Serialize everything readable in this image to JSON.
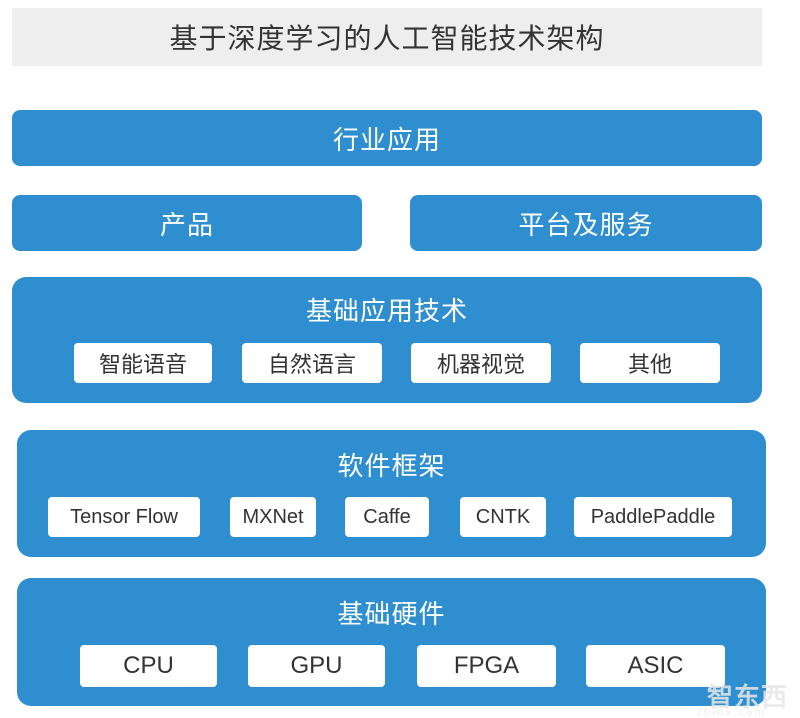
{
  "title": "基于深度学习的人工智能技术架构",
  "industry": {
    "label": "行业应用"
  },
  "products": {
    "label": "产品"
  },
  "platform": {
    "label": "平台及服务"
  },
  "basic_tech": {
    "title": "基础应用技术",
    "items": [
      "智能语音",
      "自然语言",
      "机器视觉",
      "其他"
    ]
  },
  "framework": {
    "title": "软件框架",
    "items": [
      "Tensor Flow",
      "MXNet",
      "Caffe",
      "CNTK",
      "PaddlePaddle"
    ]
  },
  "hardware": {
    "title": "基础硬件",
    "items": [
      "CPU",
      "GPU",
      "FPGA",
      "ASIC"
    ]
  },
  "watermark": {
    "brand": "智东西",
    "domain": "zhidx.com"
  },
  "colors": {
    "layer": "#2e8ecf",
    "title_bg": "#eeeeee",
    "chip_bg": "#ffffff"
  }
}
